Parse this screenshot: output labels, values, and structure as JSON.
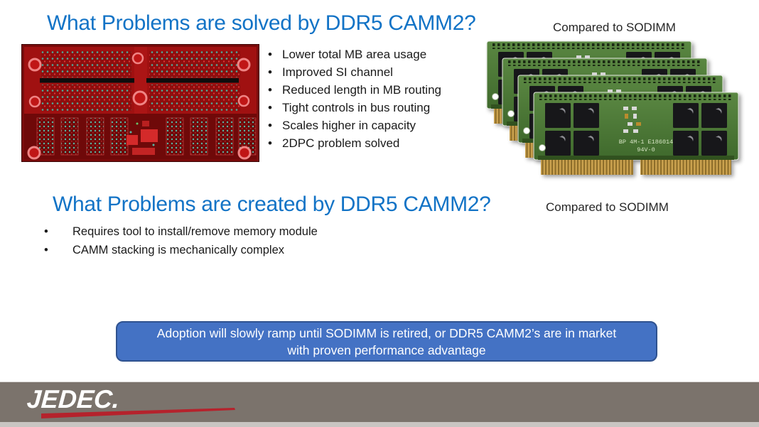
{
  "slide": {
    "colors": {
      "title_blue": "#1273C6",
      "body_text": "#1A1A1A",
      "banner_bg": "#4472C4",
      "banner_border": "#2F528F",
      "footer_bar_gray": "#7B736C",
      "jedec_red": "#B5222C",
      "pcb_red": "#A01111",
      "dimm_green": "#4C7A38"
    },
    "section_solved": {
      "title": "What Problems are solved by DDR5 CAMM2?",
      "compare_note": "Compared to SODIMM",
      "bullets": [
        "Lower total MB area usage",
        "Improved SI channel",
        "Reduced length in MB routing",
        "Tight controls in bus routing",
        "Scales higher in capacity",
        "2DPC problem solved"
      ]
    },
    "section_created": {
      "title": "What Problems are created by DDR5 CAMM2?",
      "compare_note": "Compared to SODIMM",
      "bullets": [
        "Requires tool to install/remove memory module",
        "CAMM stacking is mechanically complex"
      ]
    },
    "banner": {
      "line1": "Adoption will slowly ramp until SODIMM is retired, or DDR5 CAMM2’s are in market",
      "line2": "with proven performance advantage"
    },
    "images": {
      "camm2_pcb": {
        "description": "DDR5 CAMM2 module PCB layout, red"
      },
      "sodimm_stack": {
        "description": "Stack of four green DDR5 SODIMM modules",
        "module_label_line1": "BP 4M-1 E186014",
        "module_label_line2": "94V-0"
      }
    },
    "footer": {
      "logo": "JEDEC."
    }
  }
}
